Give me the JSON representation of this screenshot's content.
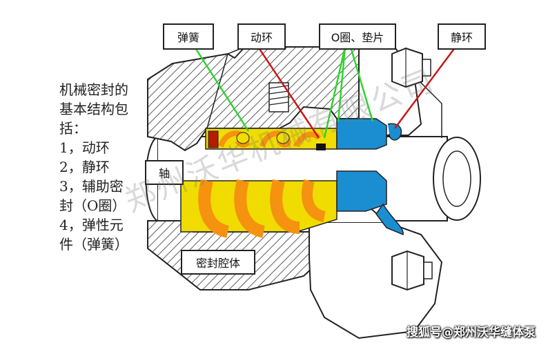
{
  "description": {
    "lines": [
      "机械密封的",
      "基本结构包",
      "括：",
      "1，动环",
      "2，静环",
      "3，辅助密",
      "封（O圈）",
      "4，弹性元",
      "件（弹簧）"
    ]
  },
  "labels": {
    "spring": "弹簧",
    "rotating_ring": "动环",
    "o_ring_gasket": "O圈、垫片",
    "stationary_ring": "静环",
    "shaft": "轴",
    "seal_chamber": "密封腔体"
  },
  "watermark": "郑州沃华机械有限公司",
  "credit": "搜狐号@郑州沃华缝体泵",
  "colors": {
    "spring_orange": "#f5920f",
    "ring_yellow": "#f0dc00",
    "stationary_blue": "#1b8ed2",
    "green_leader": "#2bd62b",
    "red_leader": "#c81616",
    "outline": "#222222"
  }
}
